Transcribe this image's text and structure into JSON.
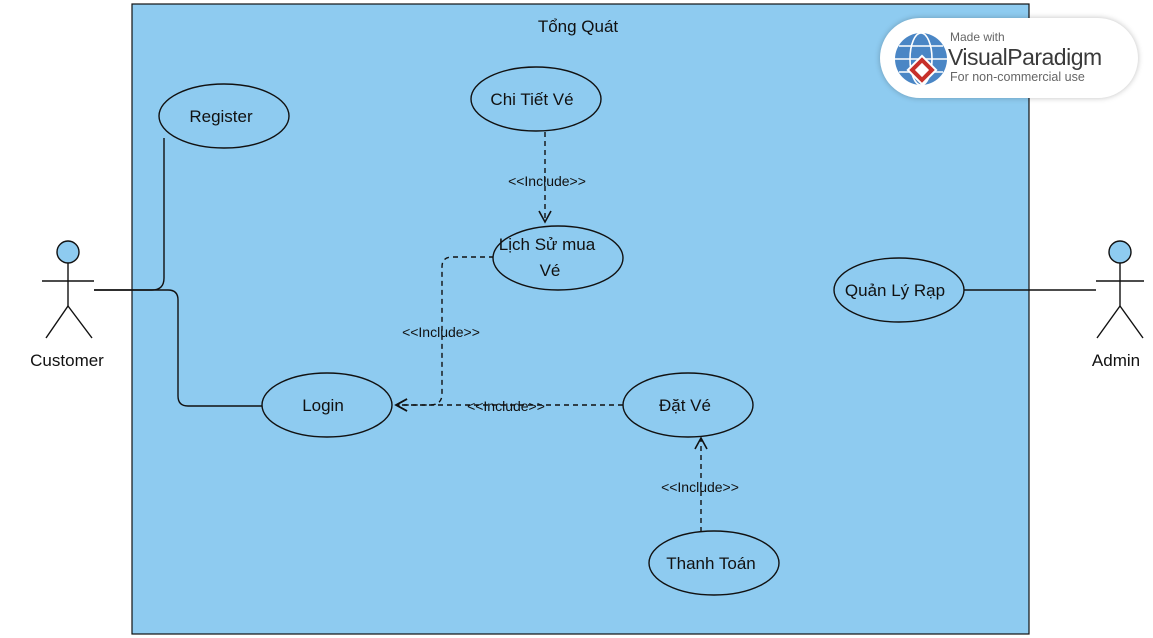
{
  "diagram": {
    "system_title": "Tổng Quát",
    "actors": {
      "customer": "Customer",
      "admin": "Admin"
    },
    "use_cases": {
      "register": "Register",
      "chi_tiet_ve": "Chi Tiết Vé",
      "lich_su_line1": "Lịch Sử mua",
      "lich_su_line2": "Vé",
      "login": "Login",
      "dat_ve": "Đặt Vé",
      "thanh_toan": "Thanh Toán",
      "quan_ly_rap": "Quản Lý Rạp"
    },
    "relations": {
      "include_1": "<<Include>>",
      "include_2": "<<Include>>",
      "include_3": "<<Include>>",
      "include_4": "<<Include>>"
    }
  },
  "watermark": {
    "line1": "Made with",
    "line2": "VisualParadigm",
    "line3": "For non-commercial use"
  },
  "colors": {
    "system_fill": "#8ecbf0",
    "actor_head": "#8ecbf0",
    "line": "#111111"
  }
}
